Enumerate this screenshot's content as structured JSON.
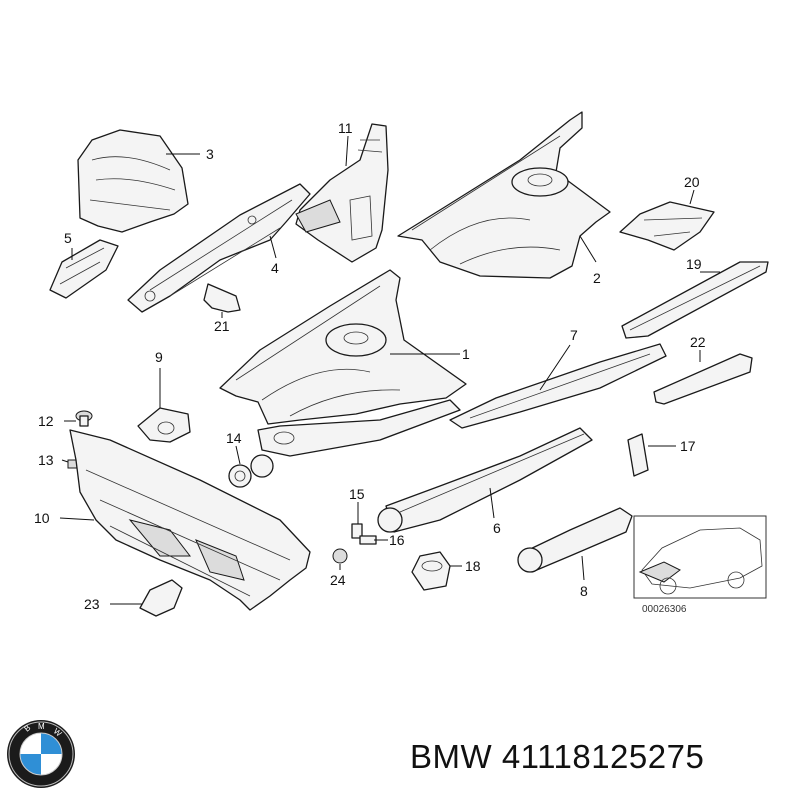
{
  "diagram": {
    "callouts": [
      {
        "id": "1",
        "label": "1"
      },
      {
        "id": "2",
        "label": "2"
      },
      {
        "id": "3",
        "label": "3"
      },
      {
        "id": "4",
        "label": "4"
      },
      {
        "id": "5",
        "label": "5"
      },
      {
        "id": "6",
        "label": "6"
      },
      {
        "id": "7",
        "label": "7"
      },
      {
        "id": "8",
        "label": "8"
      },
      {
        "id": "9",
        "label": "9"
      },
      {
        "id": "10",
        "label": "10"
      },
      {
        "id": "11",
        "label": "11"
      },
      {
        "id": "12",
        "label": "12"
      },
      {
        "id": "13",
        "label": "13"
      },
      {
        "id": "14",
        "label": "14"
      },
      {
        "id": "15",
        "label": "15"
      },
      {
        "id": "16",
        "label": "16"
      },
      {
        "id": "17",
        "label": "17"
      },
      {
        "id": "18",
        "label": "18"
      },
      {
        "id": "19",
        "label": "19"
      },
      {
        "id": "20",
        "label": "20"
      },
      {
        "id": "21",
        "label": "21"
      },
      {
        "id": "22",
        "label": "22"
      },
      {
        "id": "23",
        "label": "23"
      },
      {
        "id": "24",
        "label": "24"
      }
    ],
    "reference_number": "00026306"
  },
  "logo": {
    "name": "bmw-roundel-logo",
    "letters": "BMW"
  },
  "caption": {
    "brand": "BMW",
    "part_number": "41118125275"
  },
  "colors": {
    "logo_blue": "#2f8fd6",
    "logo_ring": "#1b1b1b",
    "ink": "#111111"
  }
}
